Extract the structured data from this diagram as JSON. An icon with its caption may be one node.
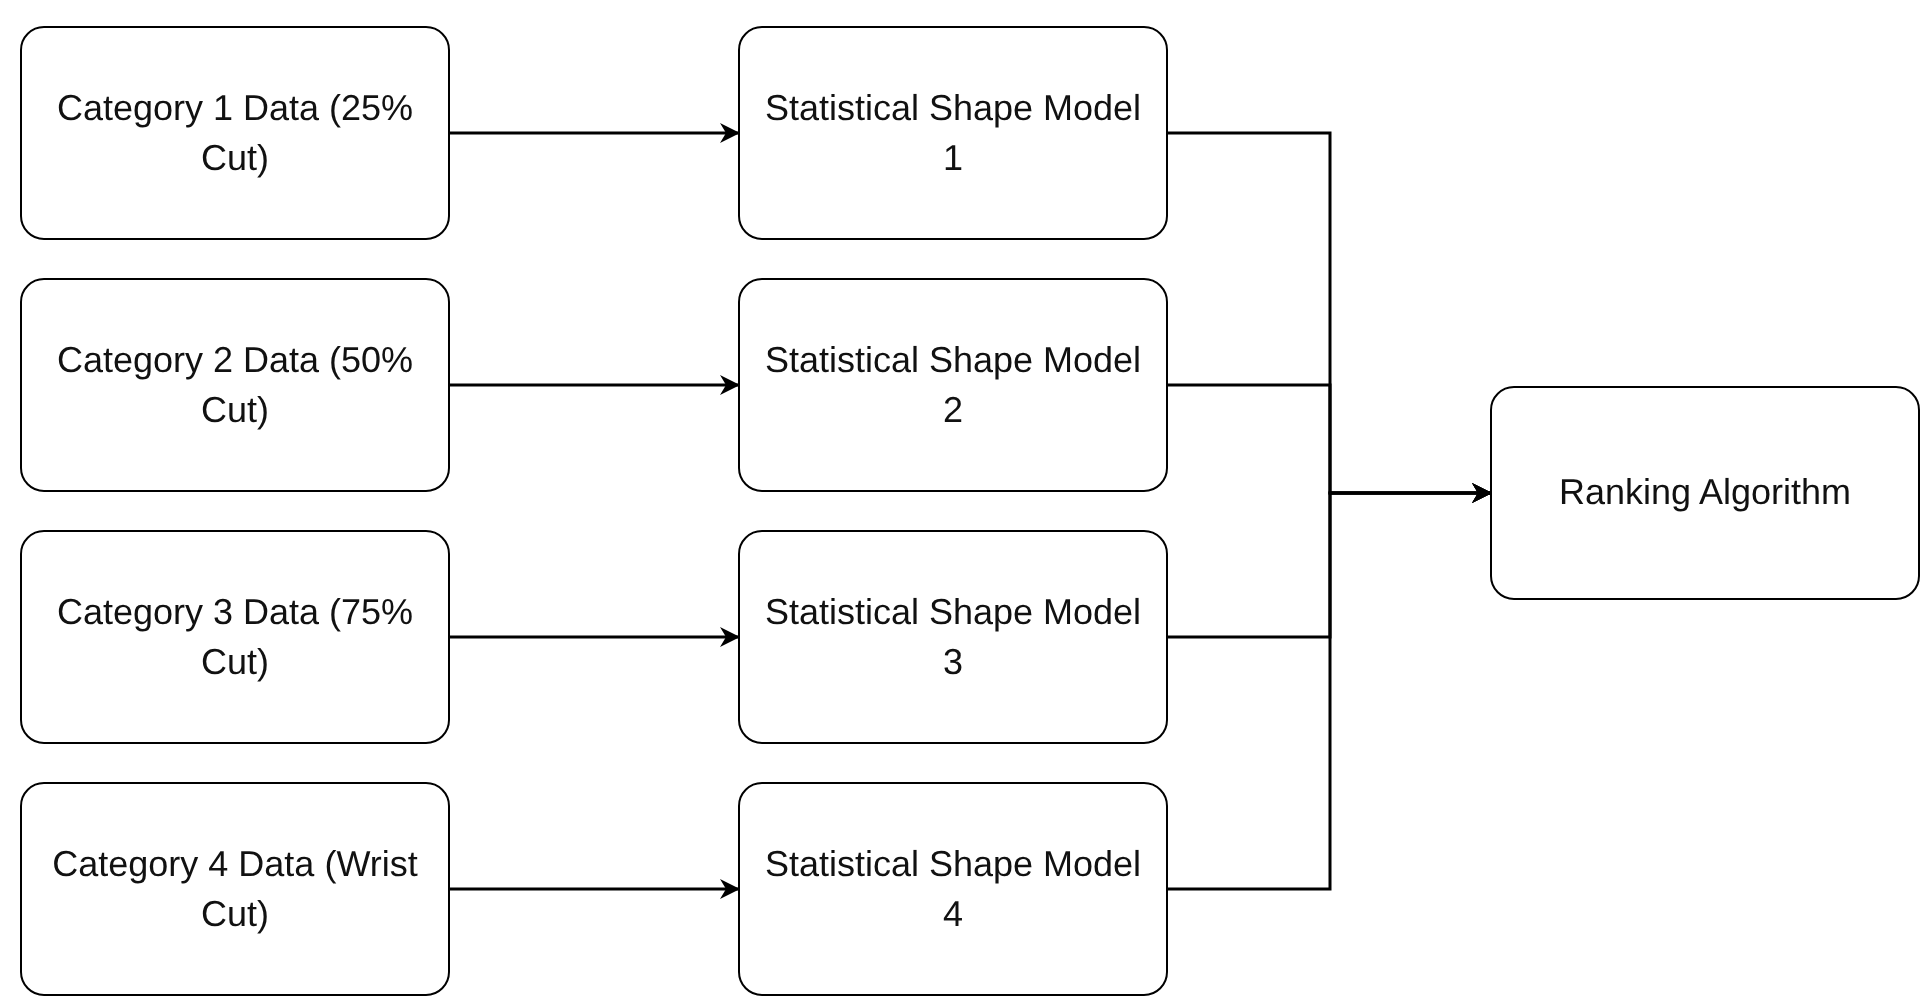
{
  "diagram": {
    "nodes": [
      {
        "text": [
          "Category 1 Data (25% Cut)"
        ]
      },
      {
        "text": [
          "Statistical Shape Model 1"
        ]
      },
      {
        "text": [
          "Category 2 Data (50% Cut)"
        ]
      },
      {
        "text": [
          "Statistical Shape Model 2"
        ]
      },
      {
        "text": [
          "Category 3 Data (75% Cut)"
        ]
      },
      {
        "text": [
          "Statistical Shape Model 3"
        ]
      },
      {
        "text": [
          "Category 4 Data (Wrist Cut)"
        ]
      },
      {
        "text": [
          "Statistical Shape Model 4"
        ]
      },
      {
        "text": [
          "Ranking Algorithm"
        ]
      }
    ],
    "edges": [
      {
        "from": 0,
        "to": 1,
        "arrow": "to"
      },
      {
        "from": 2,
        "to": 3,
        "arrow": "to"
      },
      {
        "from": 4,
        "to": 5,
        "arrow": "to"
      },
      {
        "from": 6,
        "to": 7,
        "arrow": "to"
      },
      {
        "from": 1,
        "to": 8,
        "arrow": "to"
      },
      {
        "from": 3,
        "to": 8,
        "arrow": "to"
      },
      {
        "from": 5,
        "to": 8,
        "arrow": "to"
      },
      {
        "from": 7,
        "to": 8,
        "arrow": "to"
      }
    ]
  }
}
